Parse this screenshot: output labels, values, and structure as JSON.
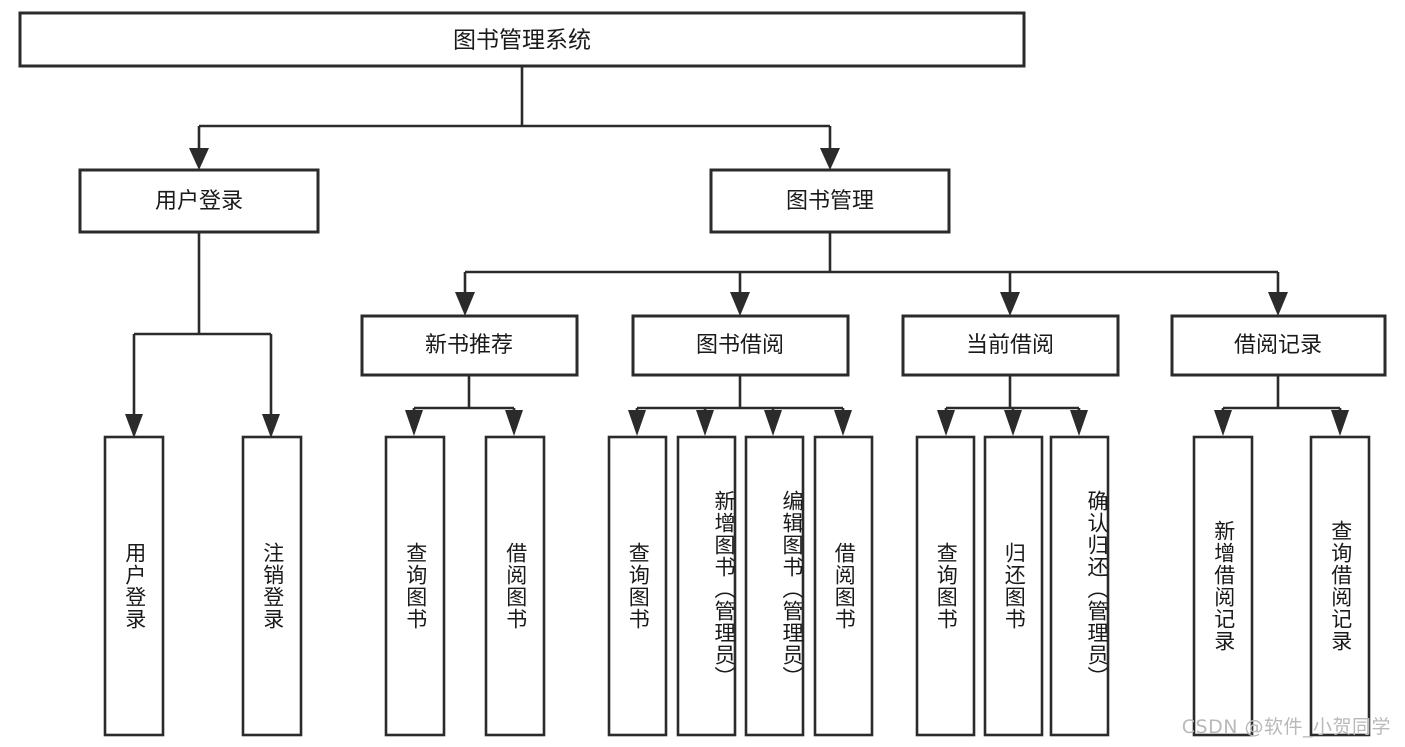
{
  "diagram": {
    "type": "tree-hierarchy",
    "title": "图书管理系统",
    "orientation": "top-down",
    "colors": {
      "box_stroke": "#2b2b2b",
      "box_fill": "#ffffff",
      "text": "#1a1a1a",
      "background": "#ffffff",
      "watermark": "#b9b9b9"
    },
    "root": {
      "label": "图书管理系统"
    },
    "level2": [
      {
        "label": "用户登录"
      },
      {
        "label": "图书管理"
      }
    ],
    "level3": [
      {
        "label": "新书推荐"
      },
      {
        "label": "图书借阅"
      },
      {
        "label": "当前借阅"
      },
      {
        "label": "借阅记录"
      }
    ],
    "leaves": {
      "user_login": [
        {
          "label": "用户登录"
        },
        {
          "label": "注销登录"
        }
      ],
      "new_book_recommend": [
        {
          "label": "查询图书"
        },
        {
          "label": "借阅图书"
        }
      ],
      "book_borrow": [
        {
          "label": "查询图书"
        },
        {
          "label": "新增图书（管理员）"
        },
        {
          "label": "编辑图书（管理员）"
        },
        {
          "label": "借阅图书"
        }
      ],
      "current_borrow": [
        {
          "label": "查询图书"
        },
        {
          "label": "归还图书"
        },
        {
          "label": "确认归还（管理员）"
        }
      ],
      "borrow_record": [
        {
          "label": "新增借阅记录"
        },
        {
          "label": "查询借阅记录"
        }
      ]
    },
    "watermark": "CSDN @软件_小贺同学"
  }
}
